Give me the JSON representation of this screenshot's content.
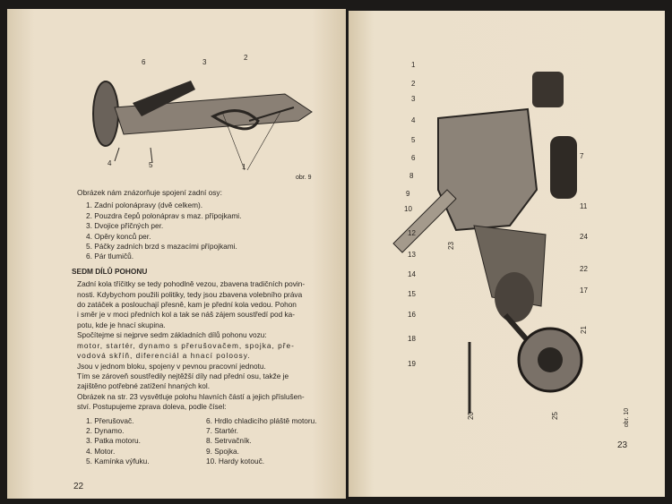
{
  "left_page": {
    "figure": {
      "caption": "obr. 9",
      "labels": [
        "6",
        "3",
        "2",
        "4",
        "5",
        "1"
      ]
    },
    "intro": "Obrázek nám znázorňuje spojení zadní osy:",
    "axle_parts": [
      "1. Zadní polonápravy (dvě celkem).",
      "2. Pouzdra čepů polonáprav s maz. přípojkami.",
      "3. Dvojice příčných per.",
      "4. Opěry konců per.",
      "5. Páčky zadních brzd s mazacími přípojkami.",
      "6. Pár tlumičů."
    ],
    "heading": "SEDM DÍLŮ POHONU",
    "paragraph_lines": [
      "Zadní kola tříčitky se tedy pohodlně vezou, zbavena tradičních povin-",
      "nosti. Kdybychom použili politiky, tedy jsou zbavena volebního práva",
      "do zatáček a poslouchají přesně, kam je přední kola vedou. Pohon",
      "i směr je v moci předních kol a tak se náš zájem soustředí pod ka-",
      "potu, kde je hnací skupina.",
      "Spočítejme si nejprve sedm základních dílů pohonu vozu:",
      "motor, startér, dynamo s přerušovačem, spojka, pře-",
      "vodová skříň, diferenciál a hnací poloosy.",
      "Jsou v jednom bloku, spojeny v pevnou pracovní jednotu.",
      "Tím se zároveň soustředily nejtěžší díly nad přední osu, takže je",
      "zajištěno potřebné zatížení hnaných kol.",
      "Obrázek na str. 23 vysvětluje polohu hlavních částí a jejich příslušen-",
      "ství. Postupujeme zprava doleva, podle čísel:"
    ],
    "parts_col1": [
      "1. Přerušovač.",
      "2. Dynamo.",
      "3. Patka motoru.",
      "4. Motor.",
      "5. Kamínka výfuku."
    ],
    "parts_col2": [
      "6. Hrdlo chladicího pláště motoru.",
      "7. Startér.",
      "8. Setrvačník.",
      "9. Spojka.",
      "10. Hardy kotouč."
    ],
    "page_number": "22"
  },
  "right_page": {
    "figure": {
      "caption": "obr. 10",
      "labels": [
        "1",
        "2",
        "3",
        "4",
        "5",
        "6",
        "7",
        "8",
        "9",
        "10",
        "11",
        "12",
        "23",
        "24",
        "13",
        "22",
        "14",
        "15",
        "17",
        "16",
        "21",
        "18",
        "19",
        "20",
        "25"
      ]
    },
    "page_number": "23"
  }
}
